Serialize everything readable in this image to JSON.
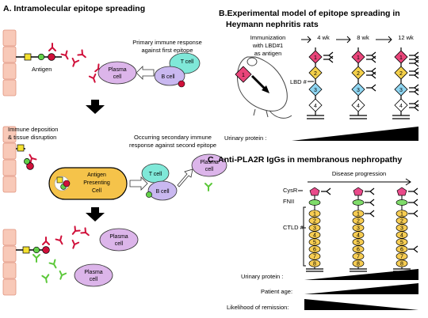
{
  "panel_a": {
    "title": "A. Intramolecular epitope spreading",
    "antigen_label": "Antigen",
    "primary_response": [
      "Primary immune response",
      "against first epitope"
    ],
    "immune_deposition": [
      "Immune deposition",
      "& tissue disruption"
    ],
    "secondary_response": [
      "Occurring secondary immune",
      "response against second epitope"
    ],
    "t_cell": "T cell",
    "b_cell": "B cell",
    "plasma_cell": [
      "Plasma",
      "cell"
    ],
    "apc": [
      "Antigen",
      "Presenting",
      "Cell"
    ]
  },
  "panel_b": {
    "title": [
      "B.Experimental model of epitope spreading in",
      "Heymann nephritis rats"
    ],
    "immunization": [
      "Immunization",
      "with LBD#1",
      "as antigen"
    ],
    "antigen_number": "1",
    "timepoints": [
      "4 wk",
      "8 wk",
      "12 wk"
    ],
    "lbd_label": "LBD #",
    "domains": [
      "1",
      "2",
      "3",
      "4"
    ],
    "urinary_protein": "Urinary protein :"
  },
  "panel_c": {
    "title": "C. Anti-PLA2R IgGs in membranous nephropathy",
    "disease_progression": "Disease progression",
    "cysr": "CysR",
    "fnii": "FNII",
    "ctld": "CTLD #",
    "ctld_numbers": [
      "1",
      "2",
      "3",
      "4",
      "5",
      "6",
      "7",
      "8"
    ],
    "urinary_protein": "Urinary protein :",
    "patient_age": "Patient age:",
    "remission": "Likelihood of remission:"
  },
  "colors": {
    "cell_wall": "#f8c9b8",
    "cell_wall_stroke": "#e0937e",
    "antibody_red": "#d0103a",
    "antibody_green": "#5cc83a",
    "plasma": "#dcb5ea",
    "t_cell": "#7fe8d8",
    "b_cell": "#c9b8f0",
    "apc": "#f5c34a",
    "diamond1": "#e9457a",
    "diamond2": "#f4d04a",
    "diamond3": "#8fd6f2",
    "diamond4": "#ffffff",
    "ctld": "#f7cd52",
    "cysr": "#e94a8a",
    "fnii": "#7fdc6a"
  }
}
